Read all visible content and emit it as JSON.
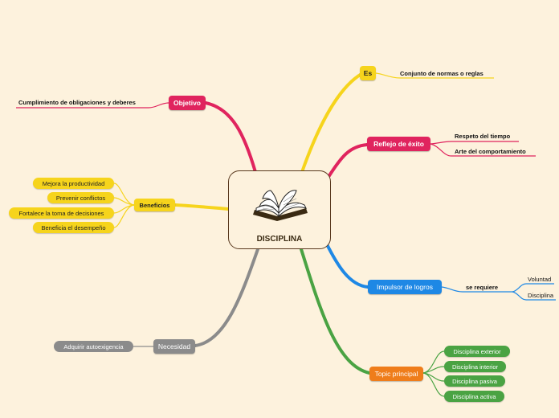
{
  "central": {
    "title": "DISCIPLINA",
    "icon": "open-book-icon"
  },
  "colors": {
    "background": "#fdf2dd",
    "yellow": "#f6d41c",
    "pink": "#e0245e",
    "blue": "#1e88e5",
    "green": "#4aa343",
    "orange": "#ef7d1a",
    "gray": "#8b8b8b"
  },
  "branches": {
    "es": {
      "label": "Es",
      "items": [
        "Conjunto de normas o reglas"
      ]
    },
    "reflejo": {
      "label": "Reflejo de éxito",
      "items": [
        "Respeto del tiempo",
        "Arte del comportamiento"
      ]
    },
    "impulsor": {
      "label": "Impulsor de logros",
      "sub": "se requiere",
      "items": [
        "Voluntad",
        "Disciplina"
      ]
    },
    "topic": {
      "label": "Topic principal",
      "items": [
        "Disciplina exterior",
        "Disciplina interior",
        "Disciplina pasiva",
        "Disciplina activa"
      ]
    },
    "objetivo": {
      "label": "Objetivo",
      "items": [
        "Cumplimiento de obligaciones y deberes"
      ]
    },
    "beneficios": {
      "label": "Beneficios",
      "items": [
        "Mejora la productividad",
        "Prevenir conflictos",
        "Fortalece la toma de decisiones",
        "Beneficia el desempeño"
      ]
    },
    "necesidad": {
      "label": "Necesidad",
      "items": [
        "Adquirir autoexigencia"
      ]
    }
  }
}
